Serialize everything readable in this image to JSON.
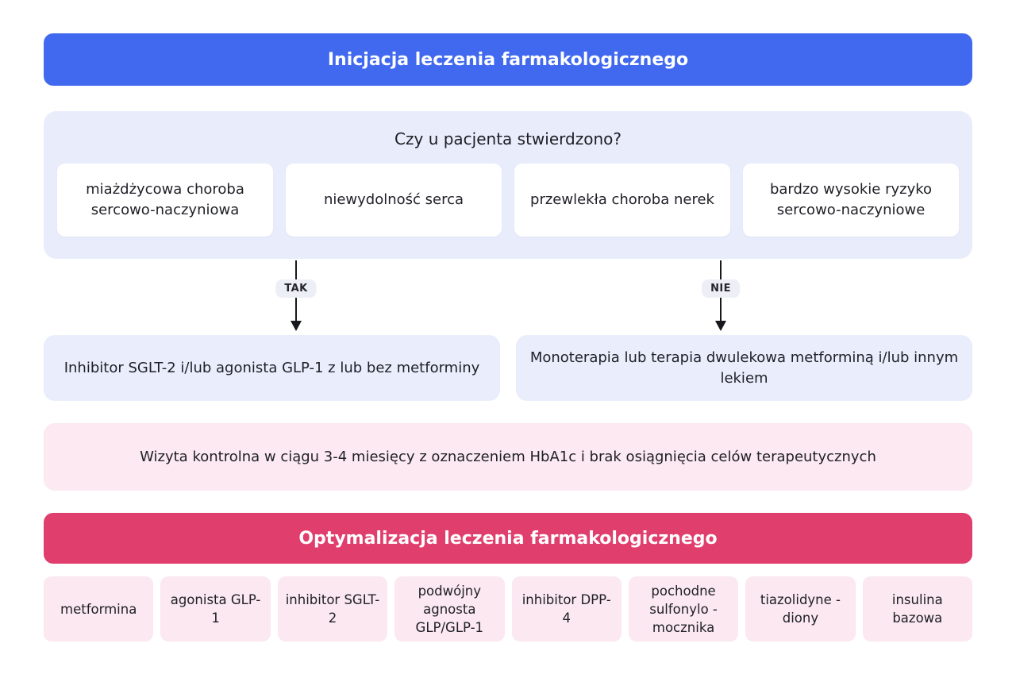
{
  "colors": {
    "banner_blue": "#4169f0",
    "banner_pink": "#e03e6c",
    "section_lavender": "#e9ecfb",
    "result_lavender": "#e9edfc",
    "note_pink": "#fce9f1",
    "drug_card_pink": "#fbe8f0",
    "arrow": "#17181c",
    "text_dark": "#212228"
  },
  "header": {
    "title": "Inicjacja leczenia farmakologicznego"
  },
  "question": {
    "title": "Czy u pacjenta stwierdzono?",
    "conditions": [
      {
        "label": "miażdżycowa choroba sercowo-naczyniowa"
      },
      {
        "label": "niewydolność serca"
      },
      {
        "label": "przewlekła choroba nerek"
      },
      {
        "label": "bardzo wysokie ryzyko sercowo-naczyniowe"
      }
    ]
  },
  "branches": {
    "yes": {
      "label": "TAK",
      "result": "Inhibitor SGLT-2 i/lub agonista GLP-1 z lub bez metforminy"
    },
    "no": {
      "label": "NIE",
      "result": "Monoterapia lub terapia dwulekowa metforminą i/lub innym lekiem"
    }
  },
  "followup": {
    "text": "Wizyta kontrolna w ciągu 3-4 miesięcy z oznaczeniem HbA1c i brak osiągnięcia celów terapeutycznych"
  },
  "optimization": {
    "title": "Optymalizacja leczenia farmakologicznego",
    "drugs": [
      {
        "label": "metformina"
      },
      {
        "label": "agonista GLP-1"
      },
      {
        "label": "inhibitor SGLT-2"
      },
      {
        "label": "podwójny agnosta GLP/GLP-1"
      },
      {
        "label": "inhibitor DPP-4"
      },
      {
        "label": "pochodne sulfonylo -mocznika"
      },
      {
        "label": "tiazolidyne -diony"
      },
      {
        "label": "insulina bazowa"
      }
    ]
  }
}
